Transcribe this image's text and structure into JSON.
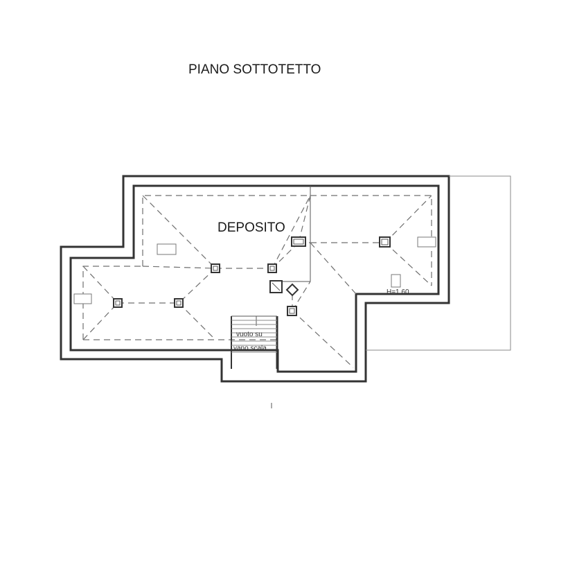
{
  "title": "PIANO SOTTOTETTO",
  "rooms": {
    "deposito": "DEPOSITO"
  },
  "labels": {
    "height": "H=1.60",
    "void_above": "vuoto su",
    "stairwell": "vano scala"
  },
  "colors": {
    "wall": "#333333",
    "dashed": "#6f6f6f",
    "background": "#ffffff"
  }
}
